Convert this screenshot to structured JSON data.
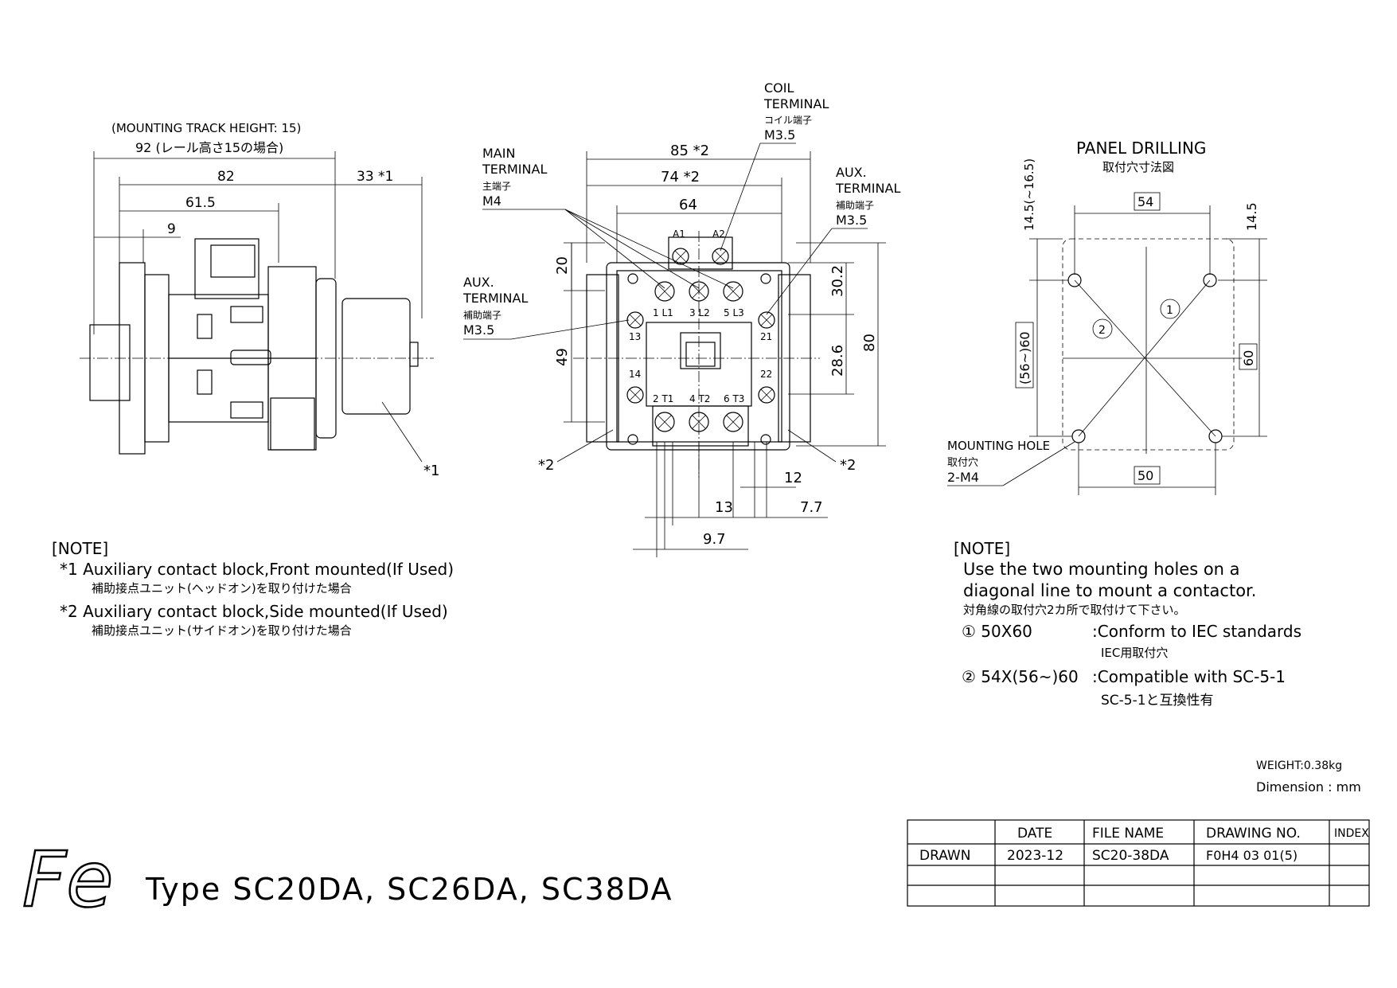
{
  "side_view": {
    "track_height_note": "(MOUNTING TRACK HEIGHT: 15)",
    "dim_92": "92 (レール高さ15の場合)",
    "dim_82": "82",
    "dim_33": "33 *1",
    "dim_61_5": "61.5",
    "dim_9": "9",
    "ref_1": "*1"
  },
  "front_view": {
    "dim_85": "85 *2",
    "dim_74": "74 *2",
    "dim_64": "64",
    "dim_20": "20",
    "dim_49": "49",
    "dim_30_2": "30.2",
    "dim_28_6": "28.6",
    "dim_80": "80",
    "dim_12": "12",
    "dim_13": "13",
    "dim_7_7": "7.7",
    "dim_9_7": "9.7",
    "ref_2_left": "*2",
    "ref_2_right": "*2",
    "main_terminal": [
      "MAIN",
      "TERMINAL",
      "主端子",
      "M4"
    ],
    "coil_terminal": [
      "COIL",
      "TERMINAL",
      "コイル端子",
      "M3.5"
    ],
    "aux_terminal_right": [
      "AUX.",
      "TERMINAL",
      "補助端子",
      "M3.5"
    ],
    "aux_terminal_left": [
      "AUX.",
      "TERMINAL",
      "補助端子",
      "M3.5"
    ],
    "terminal_labels": {
      "A1": "A1",
      "A2": "A2",
      "L1": "1 L1",
      "L2": "3 L2",
      "L3": "5 L3",
      "T1": "2 T1",
      "T2": "4 T2",
      "T3": "6 T3",
      "n13": "13",
      "n14": "14",
      "n21": "21",
      "n22": "22"
    }
  },
  "panel_drilling": {
    "title": "PANEL DRILLING",
    "title_jp": "取付穴寸法図",
    "dim_54": "54",
    "dim_50": "50",
    "dim_60": "60",
    "dim_56_60": "(56~)60",
    "dim_14_5_left": "14.5(~16.5)",
    "dim_14_5_right": "14.5",
    "circle_1": "1",
    "circle_2": "2",
    "mounting_hole": [
      "MOUNTING HOLE",
      "取付穴",
      "2-M4"
    ]
  },
  "note_left": {
    "heading": "[NOTE]",
    "line1": "*1  Auxiliary contact block,Front mounted(If Used)",
    "line1_jp": "補助接点ユニット(ヘッドオン)を取り付けた場合",
    "line2": "*2  Auxiliary contact block,Side mounted(If Used)",
    "line2_jp": "補助接点ユニット(サイドオン)を取り付けた場合"
  },
  "note_right": {
    "heading": "[NOTE]",
    "line1": "Use the two mounting holes on a",
    "line2": "diagonal line to mount a contactor.",
    "line3": "対角線の取付穴2カ所で取付けて下さい。",
    "item1_left": "① 50X60",
    "item1_right": ":Conform to IEC standards",
    "item1_jp": "IEC用取付穴",
    "item2_left": "② 54X(56~)60",
    "item2_right": ":Compatible with SC-5-1",
    "item2_jp": "SC-5-1と互換性有"
  },
  "meta": {
    "weight": "WEIGHT:0.38kg",
    "dimension": "Dimension : mm",
    "type_title": "Type SC20DA, SC26DA, SC38DA",
    "logo": "Fe"
  },
  "title_block": {
    "headers": [
      "",
      "DATE",
      "FILE NAME",
      "DRAWING NO.",
      "INDEX"
    ],
    "row1": [
      "DRAWN",
      "2023-12",
      "SC20-38DA",
      "F0H4 03 01(5)",
      ""
    ]
  }
}
